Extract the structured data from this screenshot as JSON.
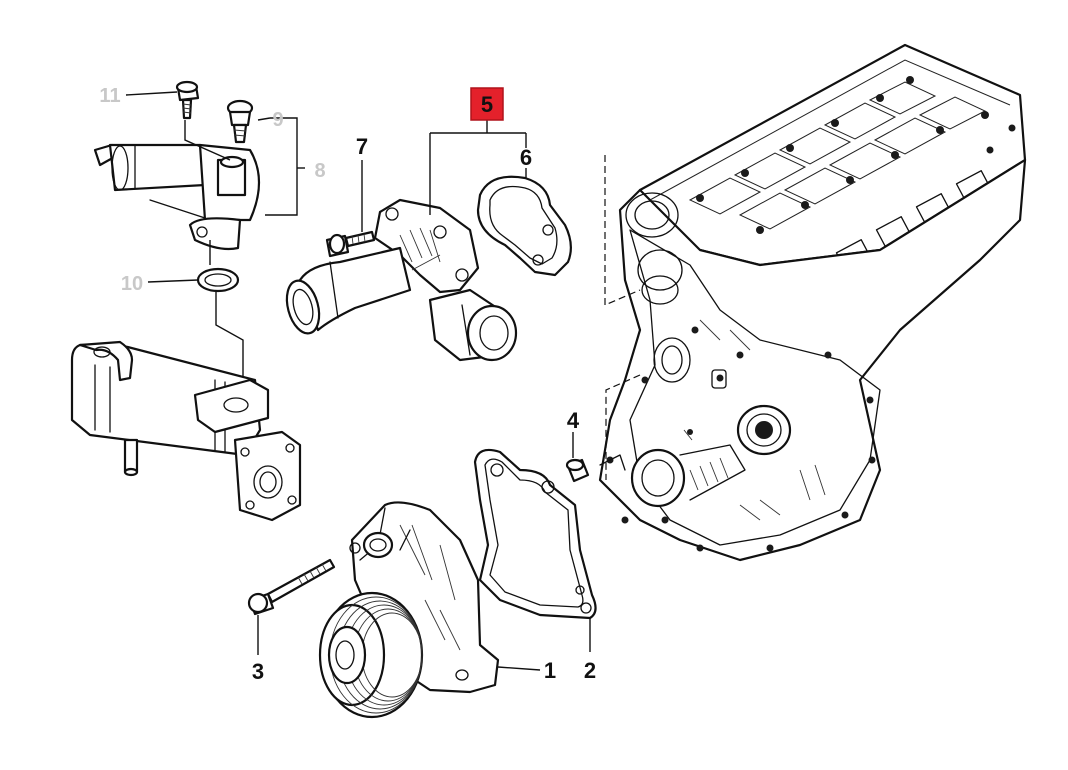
{
  "diagram": {
    "title": "Engine cooling parts exploded view",
    "highlight_color": "#e4212b",
    "callouts": {
      "c1": "1",
      "c2": "2",
      "c3": "3",
      "c4": "4",
      "c5": "5",
      "c6": "6",
      "c7": "7",
      "c8": "8",
      "c9": "9",
      "c10": "10",
      "c11": "11"
    },
    "highlighted_part": "5",
    "faded_parts": [
      "8",
      "9",
      "10",
      "11"
    ]
  }
}
